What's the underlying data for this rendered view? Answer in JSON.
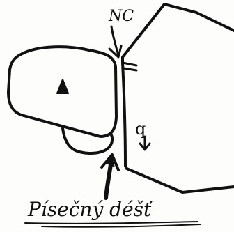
{
  "labels": {
    "nc": "NC",
    "q": "q",
    "caption": "Písečný déšť"
  },
  "colors": {
    "ink": "#111111",
    "paper": "#fdfdfc"
  }
}
